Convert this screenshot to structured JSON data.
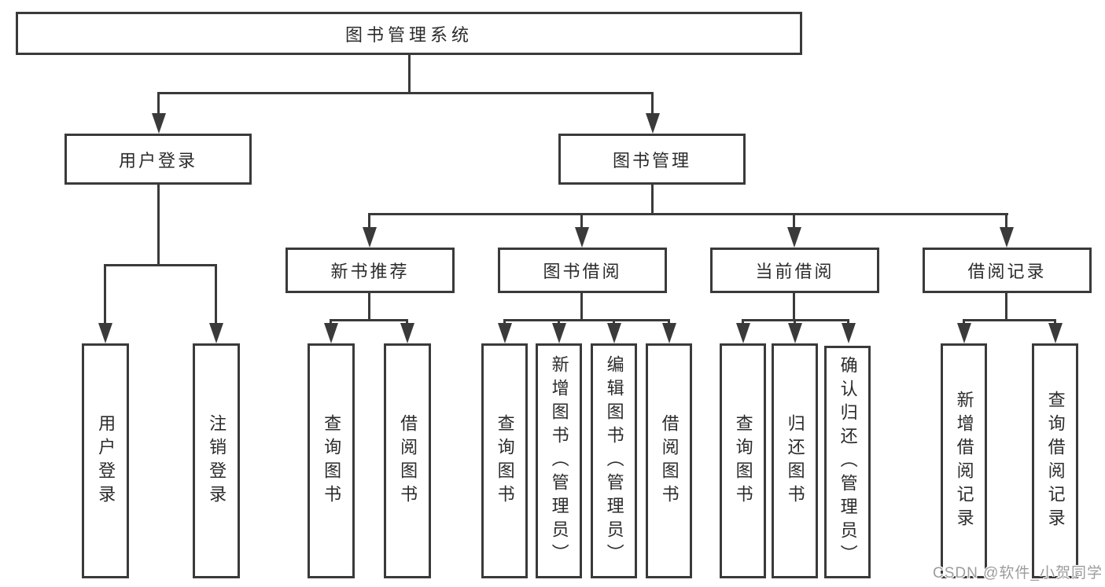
{
  "diagram": {
    "root": "图书管理系统",
    "level1": [
      "用户登录",
      "图书管理"
    ],
    "level2": [
      "新书推荐",
      "图书借阅",
      "当前借阅",
      "借阅记录"
    ],
    "leaves": {
      "user_login": [
        "用户登录",
        "注销登录"
      ],
      "new_book": [
        "查询图书",
        "借阅图书"
      ],
      "book_borrow": [
        "查询图书",
        "新增图书（管理员）",
        "编辑图书（管理员）",
        "借阅图书"
      ],
      "current_borrow": [
        "查询图书",
        "归还图书",
        "确认归还（管理员）"
      ],
      "borrow_record": [
        "新增借阅记录",
        "查询借阅记录"
      ]
    }
  },
  "watermark": {
    "text": "CSDN @软件_小贺同学"
  },
  "colors": {
    "line": "#3a3a3a",
    "text": "#2b2b2b",
    "background": "#ffffff",
    "watermark": "#9c9c9c"
  }
}
